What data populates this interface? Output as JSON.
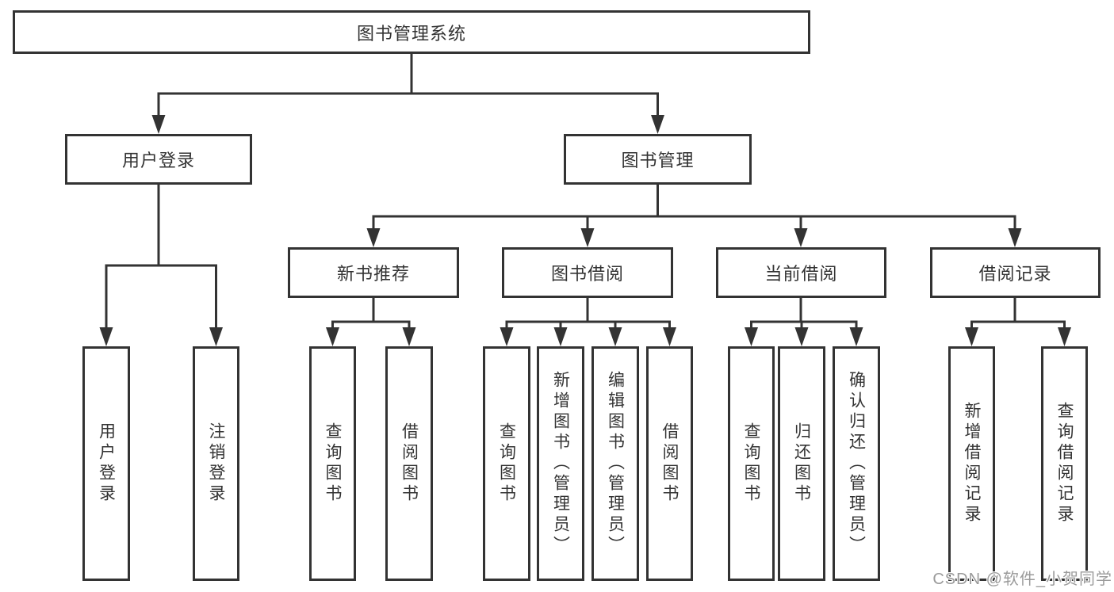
{
  "diagram_type": "hierarchy",
  "tree": {
    "label": "图书管理系统",
    "children": [
      {
        "label": "用户登录",
        "children": [
          {
            "label": "用户登录"
          },
          {
            "label": "注销登录"
          }
        ]
      },
      {
        "label": "图书管理",
        "children": [
          {
            "label": "新书推荐",
            "children": [
              {
                "label": "查询图书"
              },
              {
                "label": "借阅图书"
              }
            ]
          },
          {
            "label": "图书借阅",
            "children": [
              {
                "label": "查询图书"
              },
              {
                "label": "新增图书（管理员）"
              },
              {
                "label": "编辑图书（管理员）"
              },
              {
                "label": "借阅图书"
              }
            ]
          },
          {
            "label": "当前借阅",
            "children": [
              {
                "label": "查询图书"
              },
              {
                "label": "归还图书"
              },
              {
                "label": "确认归还（管理员）"
              }
            ]
          },
          {
            "label": "借阅记录",
            "children": [
              {
                "label": "新增借阅记录"
              },
              {
                "label": "查询借阅记录"
              }
            ]
          }
        ]
      }
    ]
  },
  "watermark": {
    "text": "CSDN @软件_小贺同学"
  },
  "colors": {
    "line": "#333333",
    "box_border": "#333333",
    "box_fill": "#ffffff",
    "text": "#333333",
    "watermark": "#9b9b9b"
  }
}
